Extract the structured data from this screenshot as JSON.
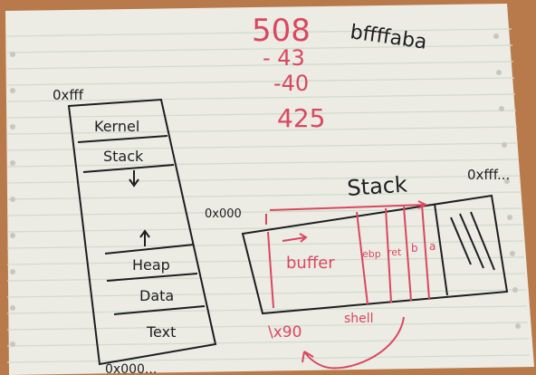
{
  "photo": {
    "paper_color": "#ecebe4",
    "line_color": "#cfdcc9",
    "ink_color": "#1e1e22",
    "red_ink_color": "#d9485f",
    "desk_color": "#b87a4a"
  },
  "arithmetic": {
    "line1": "508",
    "line2": "- 43",
    "line3": "-40",
    "result": "425"
  },
  "corner_note": "bffffaba",
  "memory_layout": {
    "top_address": "0xfff",
    "bottom_address": "0x000...",
    "segments": [
      "Kernel",
      "Stack",
      "Heap",
      "Data",
      "Text"
    ]
  },
  "stack_diagram": {
    "title": "Stack",
    "left_address": "0x000",
    "right_address": "0xfff...",
    "buffer_label": "buffer",
    "cells": [
      "ebp",
      "ret",
      "b",
      "a"
    ],
    "under_labels": [
      "\\x90",
      "shell"
    ]
  }
}
